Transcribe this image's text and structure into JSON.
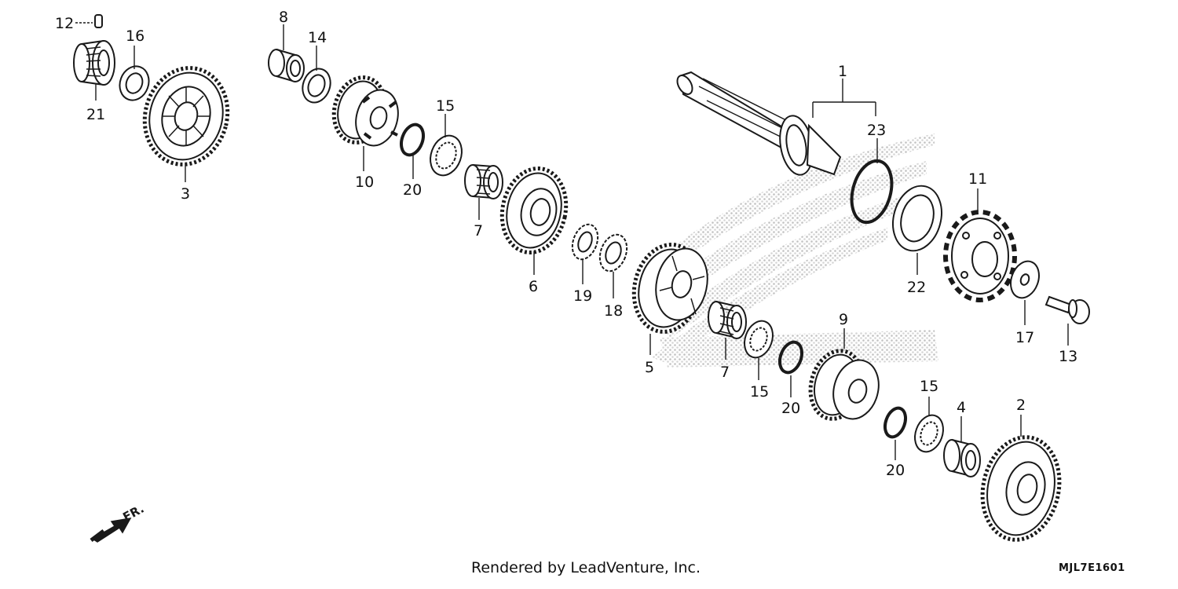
{
  "diagram": {
    "callouts": [
      {
        "id": "c1",
        "text": "1"
      },
      {
        "id": "c2",
        "text": "2"
      },
      {
        "id": "c3",
        "text": "3"
      },
      {
        "id": "c4",
        "text": "4"
      },
      {
        "id": "c5",
        "text": "5"
      },
      {
        "id": "c6",
        "text": "6"
      },
      {
        "id": "c7a",
        "text": "7"
      },
      {
        "id": "c7b",
        "text": "7"
      },
      {
        "id": "c8",
        "text": "8"
      },
      {
        "id": "c9",
        "text": "9"
      },
      {
        "id": "c10",
        "text": "10"
      },
      {
        "id": "c11",
        "text": "11"
      },
      {
        "id": "c12",
        "text": "12"
      },
      {
        "id": "c13",
        "text": "13"
      },
      {
        "id": "c14",
        "text": "14"
      },
      {
        "id": "c15a",
        "text": "15"
      },
      {
        "id": "c15b",
        "text": "15"
      },
      {
        "id": "c15c",
        "text": "15"
      },
      {
        "id": "c16",
        "text": "16"
      },
      {
        "id": "c17",
        "text": "17"
      },
      {
        "id": "c18",
        "text": "18"
      },
      {
        "id": "c19",
        "text": "19"
      },
      {
        "id": "c20a",
        "text": "20"
      },
      {
        "id": "c20b",
        "text": "20"
      },
      {
        "id": "c20c",
        "text": "20"
      },
      {
        "id": "c21",
        "text": "21"
      },
      {
        "id": "c22",
        "text": "22"
      },
      {
        "id": "c23",
        "text": "23"
      }
    ],
    "front_arrow_label": "FR.",
    "credit": "Rendered by LeadVenture, Inc.",
    "code": "MJL7E1601"
  },
  "colors": {
    "line": "#1a1a1a",
    "fill": "#ffffff",
    "shade": "#bdbdbd"
  }
}
